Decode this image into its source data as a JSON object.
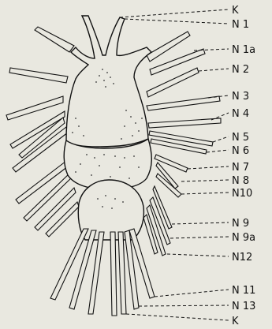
{
  "labels": {
    "k_top": "K",
    "n1": "N 1",
    "n1a": "N 1a",
    "n2": "N 2",
    "n3": "N 3",
    "n4": "N 4",
    "n5": "N 5",
    "n6": "N 6",
    "n7": "N 7",
    "n8": "N 8",
    "n10": "N10",
    "n9": "N 9",
    "n9a": "N 9a",
    "n12": "N12",
    "n11": "N 11",
    "n13": "N 13",
    "k_bottom": "K"
  },
  "colors": {
    "background": "#e9e8e0",
    "ink": "#111111"
  }
}
